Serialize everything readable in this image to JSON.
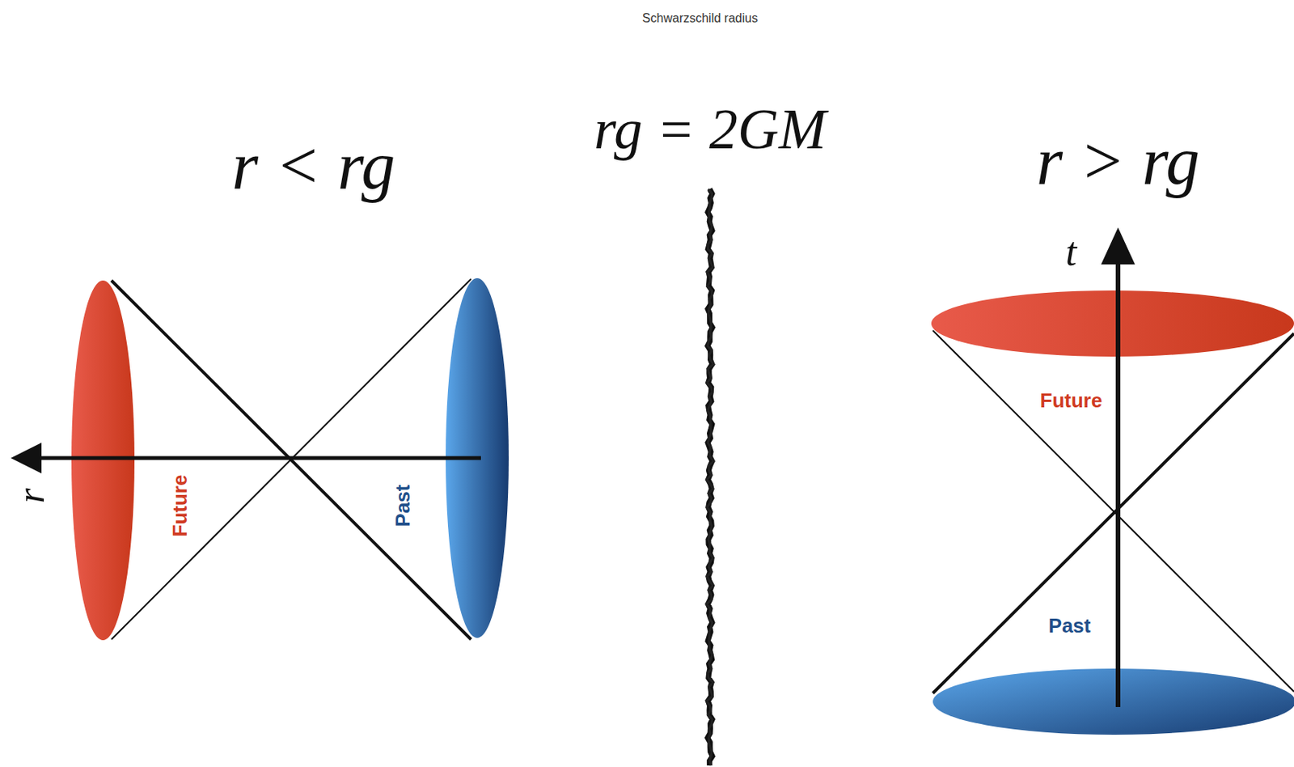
{
  "diagram": {
    "title": "Schwarzschild radius",
    "labels": [
      "rg = 2GM",
      "r < rg",
      "r > rg",
      "r",
      "Future",
      "Past",
      "t",
      "Future",
      "Past"
    ]
  }
}
